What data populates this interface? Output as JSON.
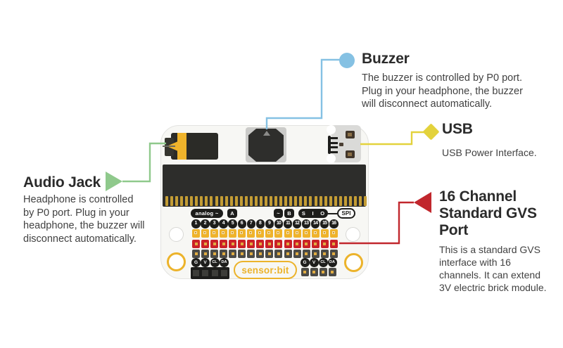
{
  "annotations": {
    "buzzer": {
      "title": "Buzzer",
      "desc_lines": [
        "The buzzer is controlled by P0 port.",
        "Plug in your headphone, the buzzer",
        "will disconnect automatically."
      ]
    },
    "usb": {
      "title": "USB",
      "desc_lines": [
        "USB Power Interface."
      ]
    },
    "audio_jack": {
      "title": "Audio Jack",
      "desc_lines": [
        "Headphone is controlled",
        "by P0 port. Plug in your",
        "headphone, the buzzer will",
        "disconnect automatically."
      ]
    },
    "gvs_port": {
      "title_lines": [
        "16 Channel",
        "Standard GVS",
        "Port"
      ],
      "desc_lines": [
        "This is a standard GVS",
        "interface with 16",
        "channels. It can extend",
        "3V electric brick module."
      ]
    }
  },
  "board": {
    "logo": "sensor:bit",
    "pin_labels": {
      "analog": "analog ~",
      "a": "A",
      "tilde": "~",
      "b": "B",
      "sio": [
        "S",
        "I",
        "O"
      ],
      "spi": "SPI"
    },
    "pin_numbers": [
      "1",
      "2",
      "3",
      "4",
      "5",
      "6",
      "7",
      "8",
      "9",
      "10",
      "11",
      "12",
      "13",
      "14",
      "15",
      "16"
    ],
    "gvs_pin_labels": [
      "G",
      "V",
      "CL",
      "DA"
    ]
  },
  "colors": {
    "buzzer_marker": "#85c1e3",
    "usb_marker": "#e3d23c",
    "audio_marker": "#8fc98c",
    "gvs_marker": "#c1272d",
    "pin_yellow": "#efb32b",
    "pin_red": "#ca2127",
    "pin_dark": "#4b4b47",
    "logo_yellow": "#ecb32b"
  }
}
